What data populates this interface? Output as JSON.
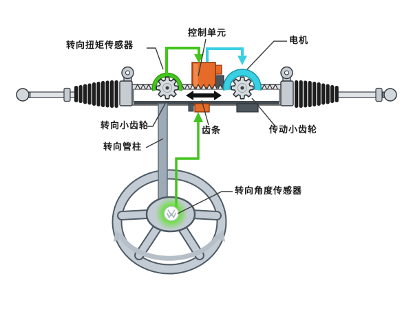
{
  "labels": {
    "torque_sensor": "转向扭矩传感器",
    "control_unit": "控制单元",
    "motor": "电机",
    "steering_pinion": "转向小齿轮",
    "rack": "齿条",
    "drive_pinion": "传动小齿轮",
    "steering_column": "转向管柱",
    "angle_sensor": "转向角度传感器"
  },
  "colors": {
    "signal_green": "#44c41e",
    "signal_green_dark": "#2f9c07",
    "motor_cyan": "#38d0e2",
    "motor_cyan_dark": "#1694ac",
    "control_orange": "#e76b28",
    "control_orange_light": "#f08a4a",
    "control_orange_outline": "#8a3008",
    "dark_component_gray": "#4d555c",
    "metal_light": "#e0e4e7",
    "metal_mid": "#d7dcdf",
    "outline_dark": "#2f363c",
    "wheel_gray": "#c3ccd4",
    "wheel_outline": "#4e5a64",
    "column_gray": "#9dabb6",
    "glow_green": "#58e21f",
    "arrow_black": "#111111",
    "rotation_arrow_gray": "#b6bfc7",
    "leader_line": "#3c3c3c",
    "background": "#ffffff"
  },
  "icons": {
    "vw_logo": "vw-roundel",
    "rack_travel": "double-headed-horizontal-arrow",
    "rotation": "curved-double-headed-arrow",
    "signal_flow": "filled-triangle-arrowheads"
  }
}
